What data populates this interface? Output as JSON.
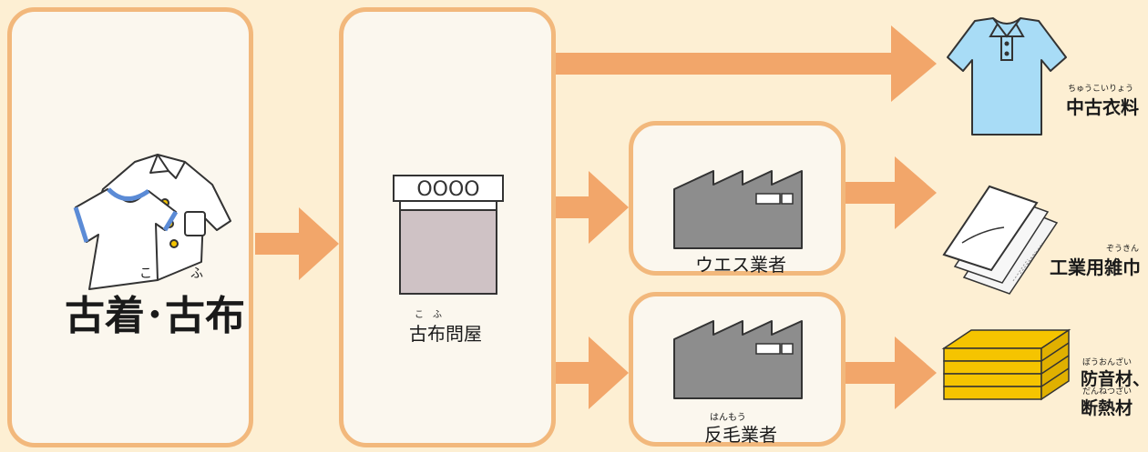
{
  "colors": {
    "background": "#fdefd3",
    "box_fill": "#fbf7ee",
    "box_border": "#f2b87c",
    "arrow": "#f2a66a",
    "shirt": "#a8dcf6",
    "building": "#cfc2c5",
    "factory": "#8d8d8d",
    "insulation": "#f5c400"
  },
  "source": {
    "label": "古着･古布",
    "ruby": [
      "こ",
      "ふ"
    ]
  },
  "wholesaler": {
    "label": "古布問屋",
    "ruby": [
      "こ",
      "ふ"
    ],
    "sign": "OOOO"
  },
  "waste_dealer": {
    "label": "ウエス業者"
  },
  "wool_dealer": {
    "label": "反毛業者",
    "ruby": "はんもう"
  },
  "outputs": {
    "used_clothing": {
      "label": "中古衣料",
      "ruby": "ちゅうこいりょう"
    },
    "industrial_rag": {
      "label": "工業用雑巾",
      "ruby": "ぞうきん"
    },
    "insulation": {
      "line1": "防音材、",
      "ruby1": "ぼうおんざい",
      "line2": "断熱材",
      "ruby2": "だんねつざい"
    }
  }
}
